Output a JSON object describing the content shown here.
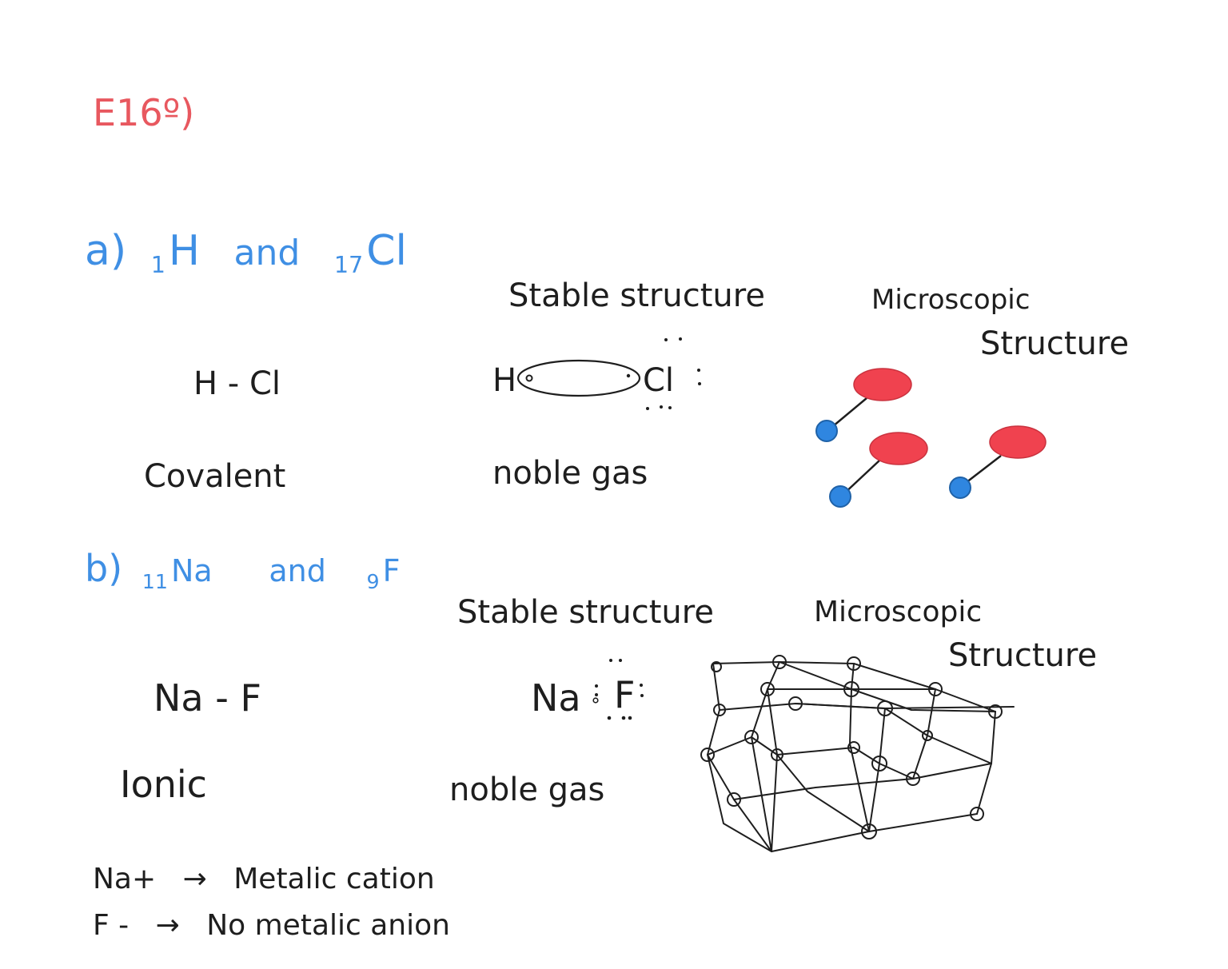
{
  "header": {
    "exercise_label": "E16º)"
  },
  "part_a": {
    "label": "a)",
    "element1_number": "1",
    "element1_symbol": "H",
    "connector": "and",
    "element2_number": "17",
    "element2_symbol": "Cl",
    "stable_heading": "Stable structure",
    "micro_heading_line1": "Microscopic",
    "micro_heading_line2": "Structure",
    "formula": "H - Cl",
    "lewis_left": "H",
    "lewis_right": "Cl",
    "bond_type": "Covalent",
    "stable_note": "noble gas"
  },
  "part_b": {
    "label": "b)",
    "element1_number": "11",
    "element1_symbol": "Na",
    "connector": "and",
    "element2_number": "9",
    "element2_symbol": "F",
    "stable_heading": "Stable structure",
    "micro_heading_line1": "Microscopic",
    "micro_heading_line2": "Structure",
    "formula": "Na - F",
    "lewis_left": "Na",
    "lewis_right": "F",
    "bond_type": "Ionic",
    "stable_note": "noble gas"
  },
  "notes": [
    {
      "species": "Na+",
      "arrow": "→",
      "text": "Metalic cation"
    },
    {
      "species": "F -",
      "arrow": "→",
      "text": "No metalic anion"
    }
  ],
  "colors": {
    "ink": "#1e1e1e",
    "header": "#e8585f",
    "part_labels": "#3f8fe4",
    "chlorine_atom": "#f0424f",
    "hydrogen_atom": "#2f86e0"
  }
}
